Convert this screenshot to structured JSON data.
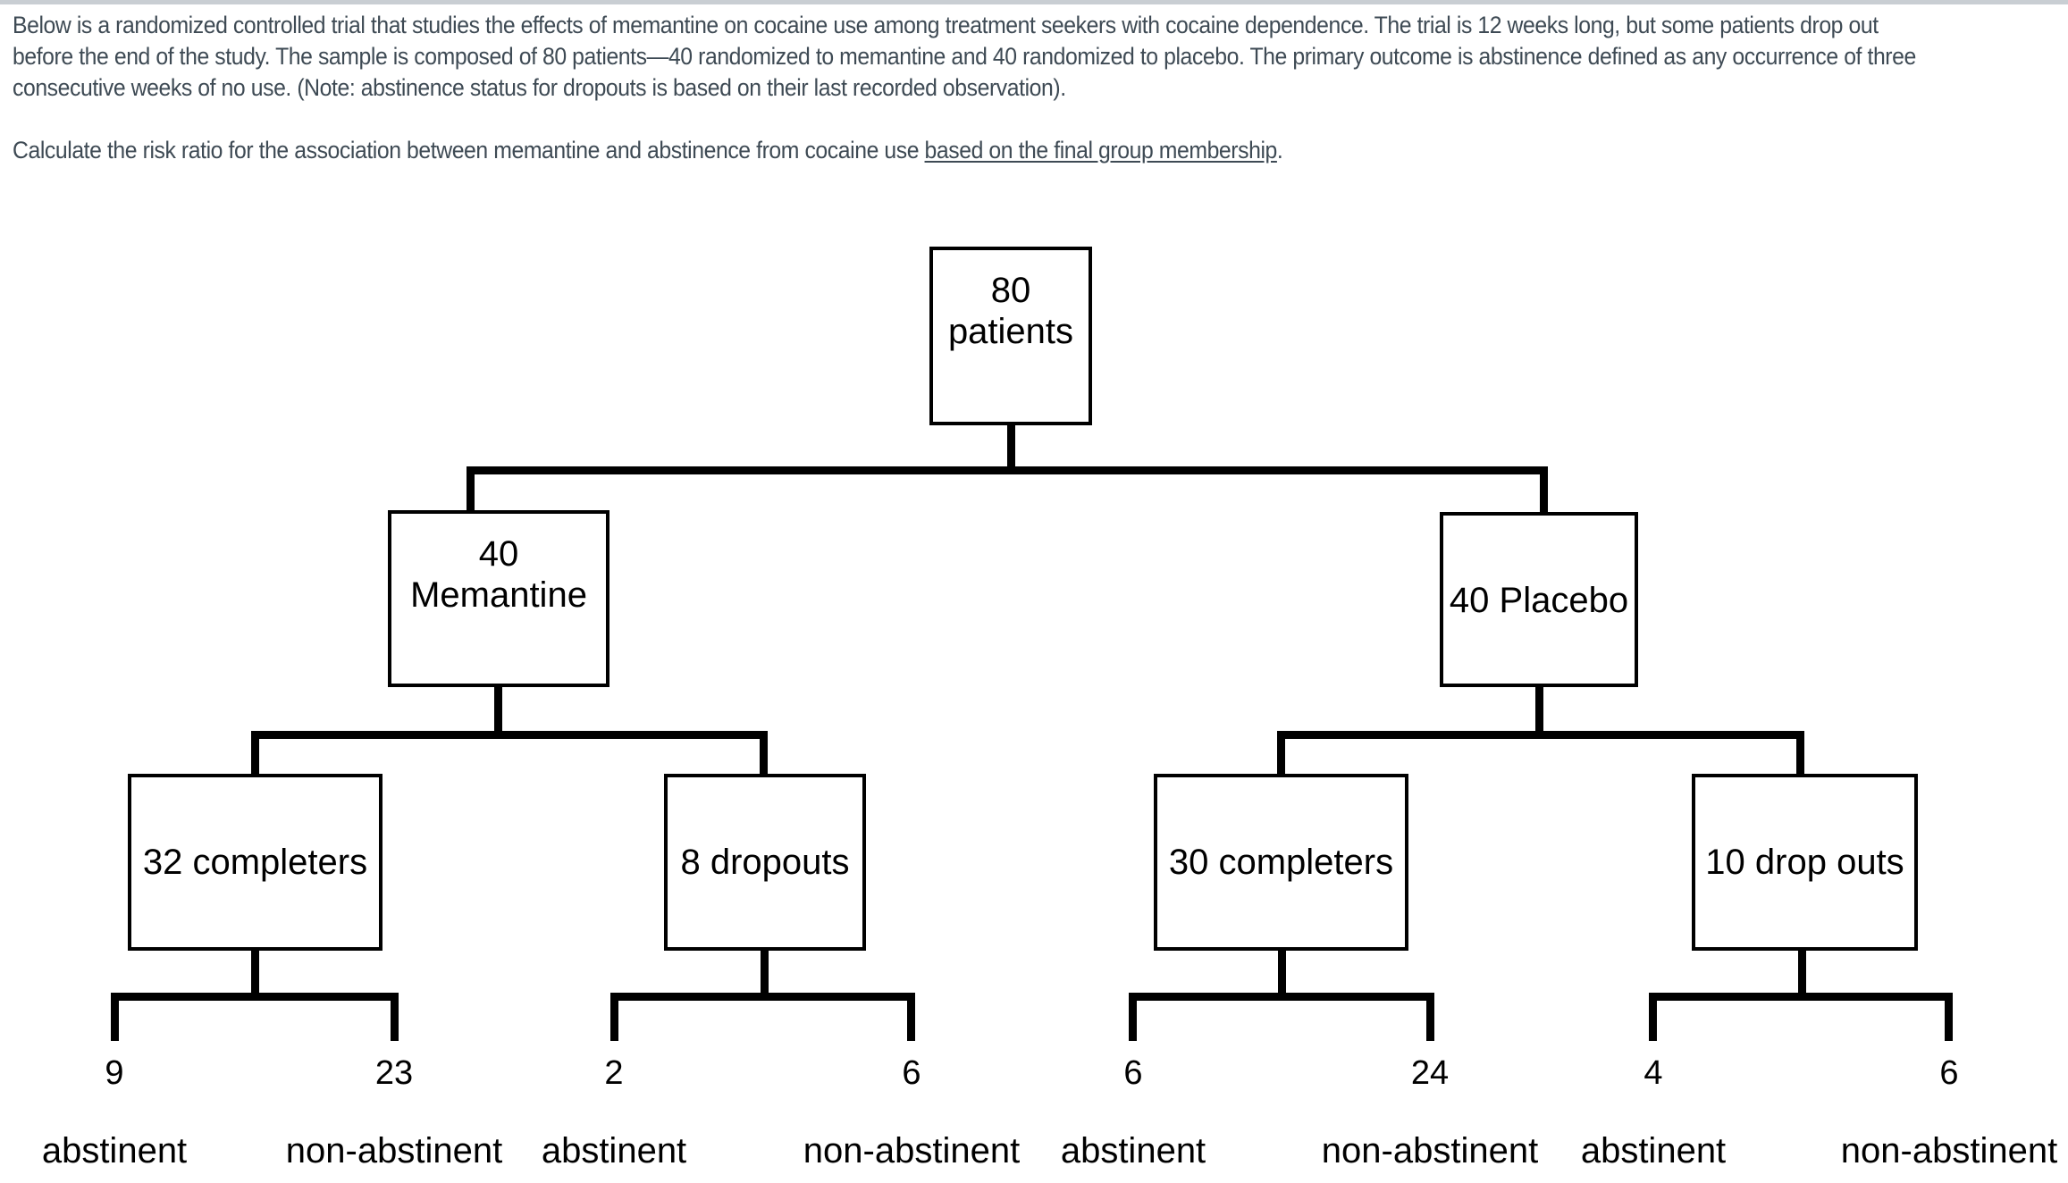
{
  "prose": {
    "paragraph1_part1": "Below is a randomized controlled trial that studies the effects of memantine on cocaine use among treatment seekers with cocaine dependence.  The trial is 12 weeks long, but some patients drop out before the end of the study.  The sample is composed of 80 patients—40 randomized to memantine and 40 randomized to placebo.  The primary outcome is abstinence defined as any occurrence of three consecutive weeks of no use.  (Note: abstinence status for dropouts is based on their last recorded observation).",
    "paragraph2_lead": "Calculate the risk ratio for the association between memantine and abstinence from cocaine use ",
    "paragraph2_underlined": "based on the final group membership",
    "paragraph2_tail": "."
  },
  "diagram": {
    "root": {
      "line1": "80",
      "line2": "patients"
    },
    "arm_memantine": {
      "line1": "40",
      "line2": "Memantine"
    },
    "arm_placebo": {
      "line1": "40 Placebo"
    },
    "group_memantine_completers": {
      "line1": "32 completers"
    },
    "group_memantine_dropouts": {
      "line1": "8 dropouts"
    },
    "group_placebo_completers": {
      "line1": "30 completers"
    },
    "group_placebo_dropouts": {
      "line1": "10 drop outs"
    },
    "leaves": [
      {
        "count": "9",
        "label": "abstinent"
      },
      {
        "count": "23",
        "label": "non-abstinent"
      },
      {
        "count": "2",
        "label": "abstinent"
      },
      {
        "count": "6",
        "label": "non-abstinent"
      },
      {
        "count": "6",
        "label": "abstinent"
      },
      {
        "count": "24",
        "label": "non-abstinent"
      },
      {
        "count": "4",
        "label": "abstinent"
      },
      {
        "count": "6",
        "label": "non-abstinent"
      }
    ]
  },
  "chart_data": {
    "type": "tree",
    "title": "Randomized controlled trial flow diagram: memantine vs placebo for cocaine abstinence",
    "nodes": [
      {
        "id": "root",
        "label": "80 patients",
        "n": 80,
        "level": 0,
        "parent": null
      },
      {
        "id": "memantine",
        "label": "40 Memantine",
        "n": 40,
        "level": 1,
        "parent": "root"
      },
      {
        "id": "placebo",
        "label": "40 Placebo",
        "n": 40,
        "level": 1,
        "parent": "root"
      },
      {
        "id": "mem_completers",
        "label": "32 completers",
        "n": 32,
        "level": 2,
        "parent": "memantine"
      },
      {
        "id": "mem_dropouts",
        "label": "8 dropouts",
        "n": 8,
        "level": 2,
        "parent": "memantine"
      },
      {
        "id": "pbo_completers",
        "label": "30 completers",
        "n": 30,
        "level": 2,
        "parent": "placebo"
      },
      {
        "id": "pbo_dropouts",
        "label": "10 drop outs",
        "n": 10,
        "level": 2,
        "parent": "placebo"
      },
      {
        "id": "mem_comp_abs",
        "label": "abstinent",
        "n": 9,
        "level": 3,
        "parent": "mem_completers"
      },
      {
        "id": "mem_comp_non",
        "label": "non-abstinent",
        "n": 23,
        "level": 3,
        "parent": "mem_completers"
      },
      {
        "id": "mem_drop_abs",
        "label": "abstinent",
        "n": 2,
        "level": 3,
        "parent": "mem_dropouts"
      },
      {
        "id": "mem_drop_non",
        "label": "non-abstinent",
        "n": 6,
        "level": 3,
        "parent": "mem_dropouts"
      },
      {
        "id": "pbo_comp_abs",
        "label": "abstinent",
        "n": 6,
        "level": 3,
        "parent": "pbo_completers"
      },
      {
        "id": "pbo_comp_non",
        "label": "non-abstinent",
        "n": 24,
        "level": 3,
        "parent": "pbo_completers"
      },
      {
        "id": "pbo_drop_abs",
        "label": "abstinent",
        "n": 4,
        "level": 3,
        "parent": "pbo_dropouts"
      },
      {
        "id": "pbo_drop_non",
        "label": "non-abstinent",
        "n": 6,
        "level": 3,
        "parent": "pbo_dropouts"
      }
    ]
  }
}
